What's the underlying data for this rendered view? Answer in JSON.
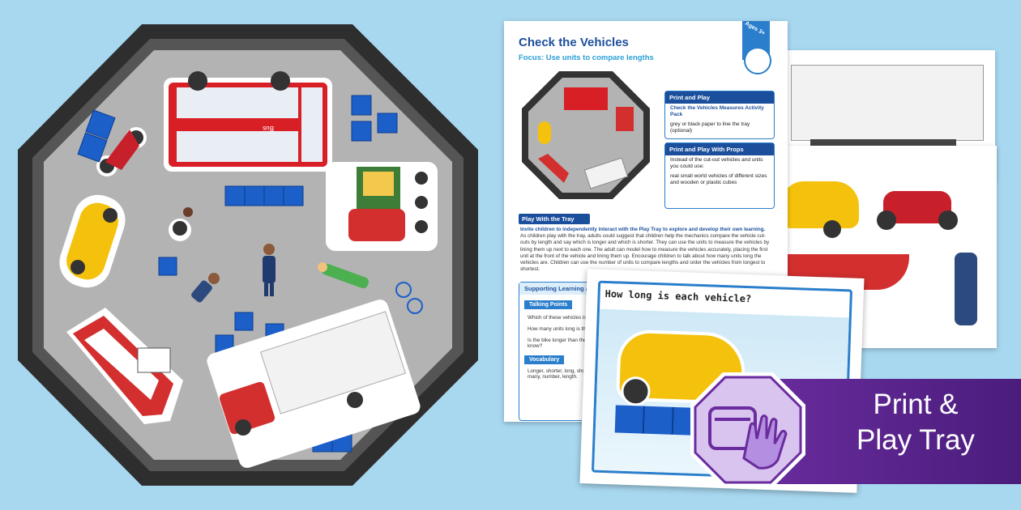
{
  "worksheet": {
    "title": "Check the Vehicles",
    "subtitle": "Focus: Use units to compare lengths",
    "age_badge": "Ages 3+",
    "print_play": {
      "heading": "Print and Play",
      "items": [
        "Check the Vehicles Measures Activity Pack",
        "grey or black paper to line the tray (optional)"
      ]
    },
    "print_play_props": {
      "heading": "Print and Play With Props",
      "intro": "Instead of the cut-out vehicles and units you could use:",
      "items": [
        "real small world vehicles of different sizes and wooden or plastic cubes"
      ]
    },
    "play_with_tray": {
      "heading": "Play With the Tray",
      "lead": "Invite children to independently interact with the Play Tray to explore and develop their own learning.",
      "body": "As children play with the tray, adults could suggest that children help the mechanics compare the vehicle cut-outs by length and say which is longer and which is shorter. They can use the units to measure the vehicles by lining them up next to each one. The adult can model how to measure the vehicles accurately, placing the first unit at the front of the vehicle and lining them up. Encourage children to talk about how many units long the vehicles are. Children can use the number of units to compare lengths and order the vehicles from longest to shortest."
    },
    "supporting": {
      "heading": "Supporting Learning About",
      "talking_points_heading": "Talking Points",
      "talking_points": [
        "Which of these vehicles is",
        "How many units long is th",
        "Is the bike longer than the know?"
      ],
      "vocabulary_heading": "Vocabulary",
      "vocabulary": "Longer, shorter, long, short, many, number, length."
    }
  },
  "front_card": {
    "title": "How long is each vehicle?"
  },
  "banner": {
    "line1": "Print &",
    "line2": "Play Tray"
  },
  "bus_sign": "Bus"
}
